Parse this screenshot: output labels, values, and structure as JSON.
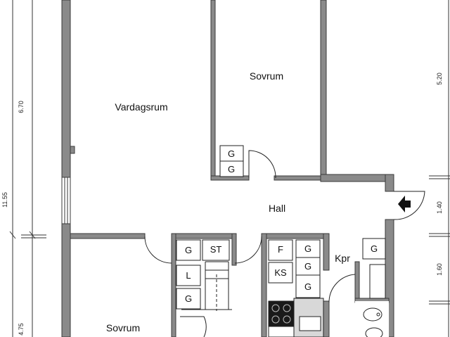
{
  "rooms": {
    "vardagsrum": "Vardagsrum",
    "sovrum_top": "Sovrum",
    "hall": "Hall",
    "kpr": "Kpr",
    "sovrum_bottom": "Sovrum"
  },
  "fixtures": {
    "g": "G",
    "st": "ST",
    "l": "L",
    "f": "F",
    "ks": "KS"
  },
  "dimensions": {
    "left_upper": "6.70",
    "left_total": "11.55",
    "left_lower": "4.75",
    "right_upper": "5.20",
    "right_mid": "1.40",
    "right_lower": "1.60"
  },
  "colors": {
    "wall": "#8a8a8a",
    "wall_edge": "#3a3a3a",
    "line": "#222222"
  }
}
